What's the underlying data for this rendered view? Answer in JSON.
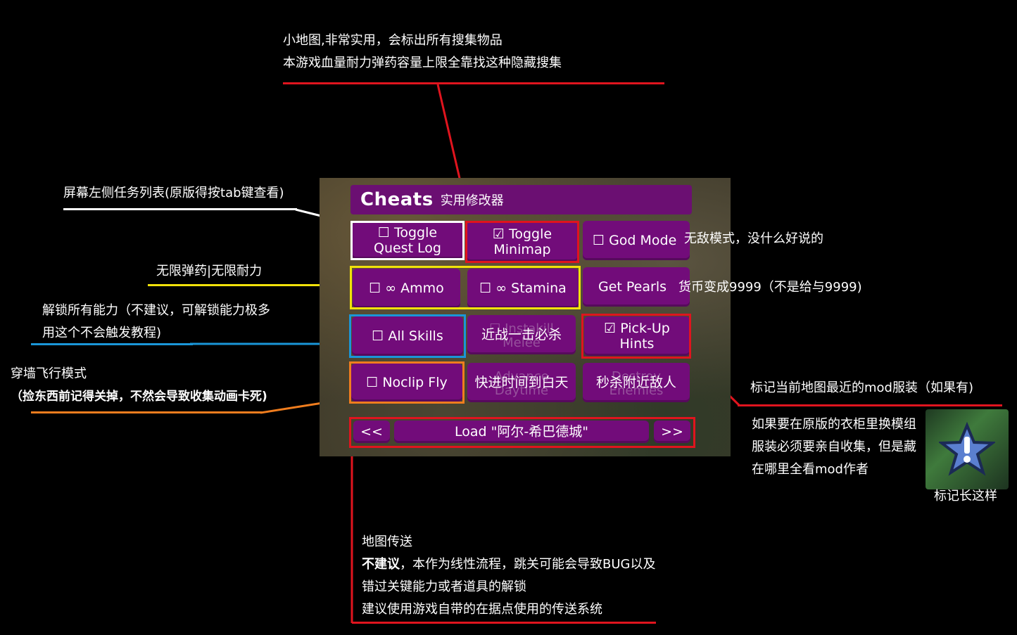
{
  "annotations": {
    "minimap_line1": "小地图,非常实用，会标出所有搜集物品",
    "minimap_line2": "本游戏血量耐力弹药容量上限全靠找这种隐藏搜集",
    "questlog": "屏幕左侧任务列表(原版得按tab键查看)",
    "infinite": "无限弹药|无限耐力",
    "allskills_line1": "解锁所有能力（不建议，可解锁能力极多",
    "allskills_line2": "用这个不会触发教程)",
    "noclip_line1": "穿墙飞行模式",
    "noclip_line2": "（捡东西前记得关掉，不然会导致收集动画卡死)",
    "pickup": "标记当前地图最近的mod服装（如果有)",
    "wardrobe_line1": "如果要在原版的衣柜里换模组",
    "wardrobe_line2": "服装必须要亲自收集，但是藏",
    "wardrobe_line3": "在哪里全看mod作者",
    "marker_caption": "标记长这样",
    "teleport_line1": "地图传送",
    "teleport_bold": "不建议",
    "teleport_line2_rest": "，本作为线性流程，跳关可能会导致BUG以及",
    "teleport_line3": "错过关键能力或者道具的解锁",
    "teleport_line4": "建议使用游戏自带的在据点使用的传送系统"
  },
  "panel": {
    "title": "Cheats",
    "title_cn": "实用修改器",
    "buttons": {
      "toggle_quest_log": "☐ Toggle\nQuest Log",
      "toggle_minimap": "☑ Toggle\nMinimap",
      "god_mode": "☐ God Mode",
      "god_mode_cn": "无敌模式，没什么好说的",
      "ammo": "☐ ∞ Ammo",
      "stamina": "☐ ∞ Stamina",
      "get_pearls": "Get Pearls",
      "get_pearls_cn": "货币变成9999（不是给与9999)",
      "all_skills": "☐ All Skills",
      "instakill_faint": "☐ Instakill\nMelee",
      "instakill_cn": "近战一击必杀",
      "pickup_hints": "☑ Pick-Up\nHints",
      "noclip": "☐ Noclip Fly",
      "advance_faint": "Advance\nDaytime",
      "advance_cn": "快进时间到白天",
      "destroy_faint": "Destroy\nEnemies",
      "destroy_cn": "秒杀附近敌人",
      "prev": "<<",
      "load": "Load \"阿尔-希巴德城\"",
      "next": ">>"
    }
  },
  "colors": {
    "button": "#720c7a",
    "red": "#e0141e",
    "yellow": "#f2e20a",
    "blue": "#1a96d8",
    "orange": "#f07d1e"
  }
}
